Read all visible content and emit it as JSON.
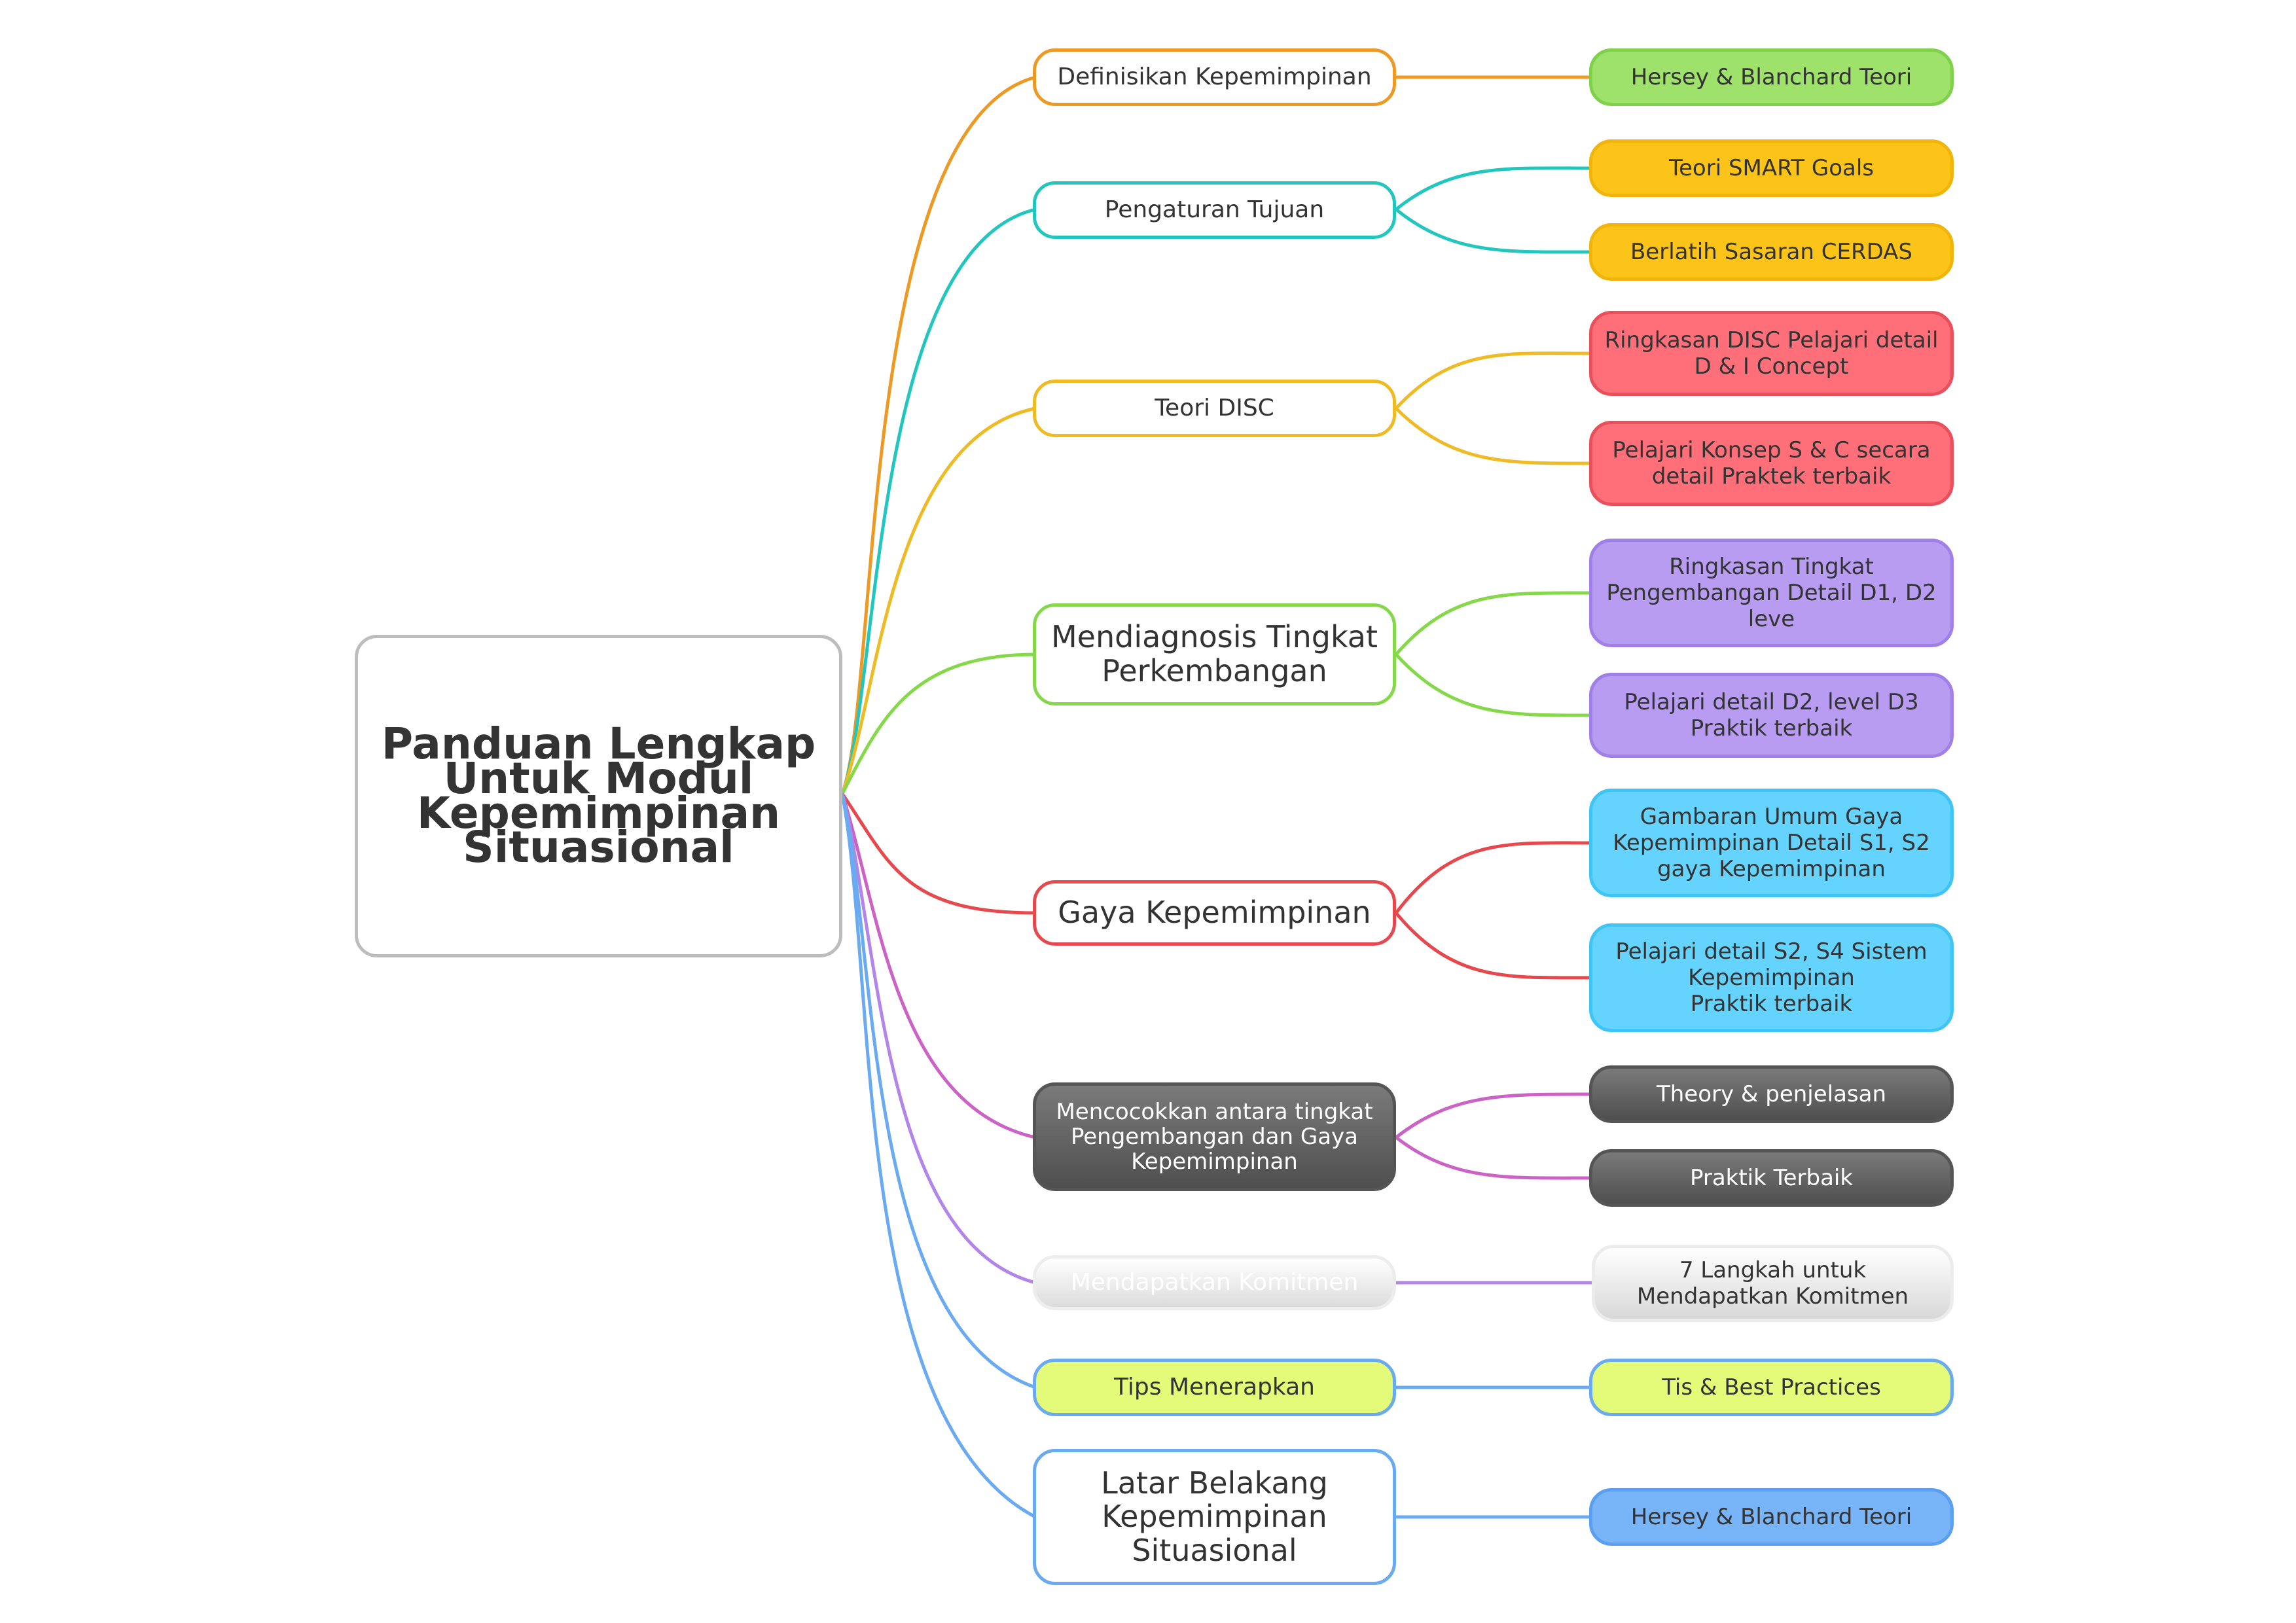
{
  "root": {
    "title": "Panduan Lengkap\nUntuk Modul\nKepemimpinan\nSituasional"
  },
  "colors": {
    "orange": "#ec9a24",
    "teal": "#22c6be",
    "gold": "#efbb25",
    "green": "#86d84b",
    "red": "#e5484d",
    "pink": "#cb62c6",
    "purple": "#b286e9",
    "blue": "#6aaaf0",
    "leaf_green": "#9ee26b",
    "leaf_yellow": "#fcc419",
    "leaf_red": "#ff6f7a",
    "leaf_purple": "#b89cf2",
    "leaf_cyan": "#64d4ff",
    "leaf_lime": "#e4fb79",
    "leaf_blue": "#78b4f8"
  },
  "branches": [
    {
      "label": "Definisikan Kepemimpinan",
      "children": [
        "Hersey & Blanchard Teori"
      ]
    },
    {
      "label": "Pengaturan Tujuan",
      "children": [
        "Teori SMART Goals",
        "Berlatih Sasaran CERDAS"
      ]
    },
    {
      "label": "Teori DISC",
      "children": [
        "Ringkasan DISC Pelajari detail\nD & I Concept",
        "Pelajari Konsep S & C secara\ndetail Praktek terbaik"
      ]
    },
    {
      "label": "Mendiagnosis Tingkat\nPerkembangan",
      "children": [
        "Ringkasan Tingkat\nPengembangan Detail D1, D2\nleve",
        "Pelajari detail D2, level D3\nPraktik terbaik"
      ]
    },
    {
      "label": "Gaya Kepemimpinan",
      "children": [
        "Gambaran Umum Gaya\nKepemimpinan Detail S1, S2\ngaya Kepemimpinan",
        "Pelajari detail S2, S4 Sistem\nKepemimpinan\n             Praktik terbaik"
      ]
    },
    {
      "label": "Mencocokkan antara tingkat\nPengembangan dan Gaya\nKepemimpinan",
      "children": [
        "Theory & penjelasan",
        "Praktik Terbaik"
      ]
    },
    {
      "label": "Mendapatkan Komitmen",
      "children": [
        "7 Langkah untuk\nMendapatkan Komitmen"
      ]
    },
    {
      "label": "Tips Menerapkan",
      "children": [
        "Tis & Best Practices"
      ]
    },
    {
      "label": "Latar Belakang\nKepemimpinan\nSituasional",
      "children": [
        "Hersey & Blanchard Teori"
      ]
    }
  ]
}
